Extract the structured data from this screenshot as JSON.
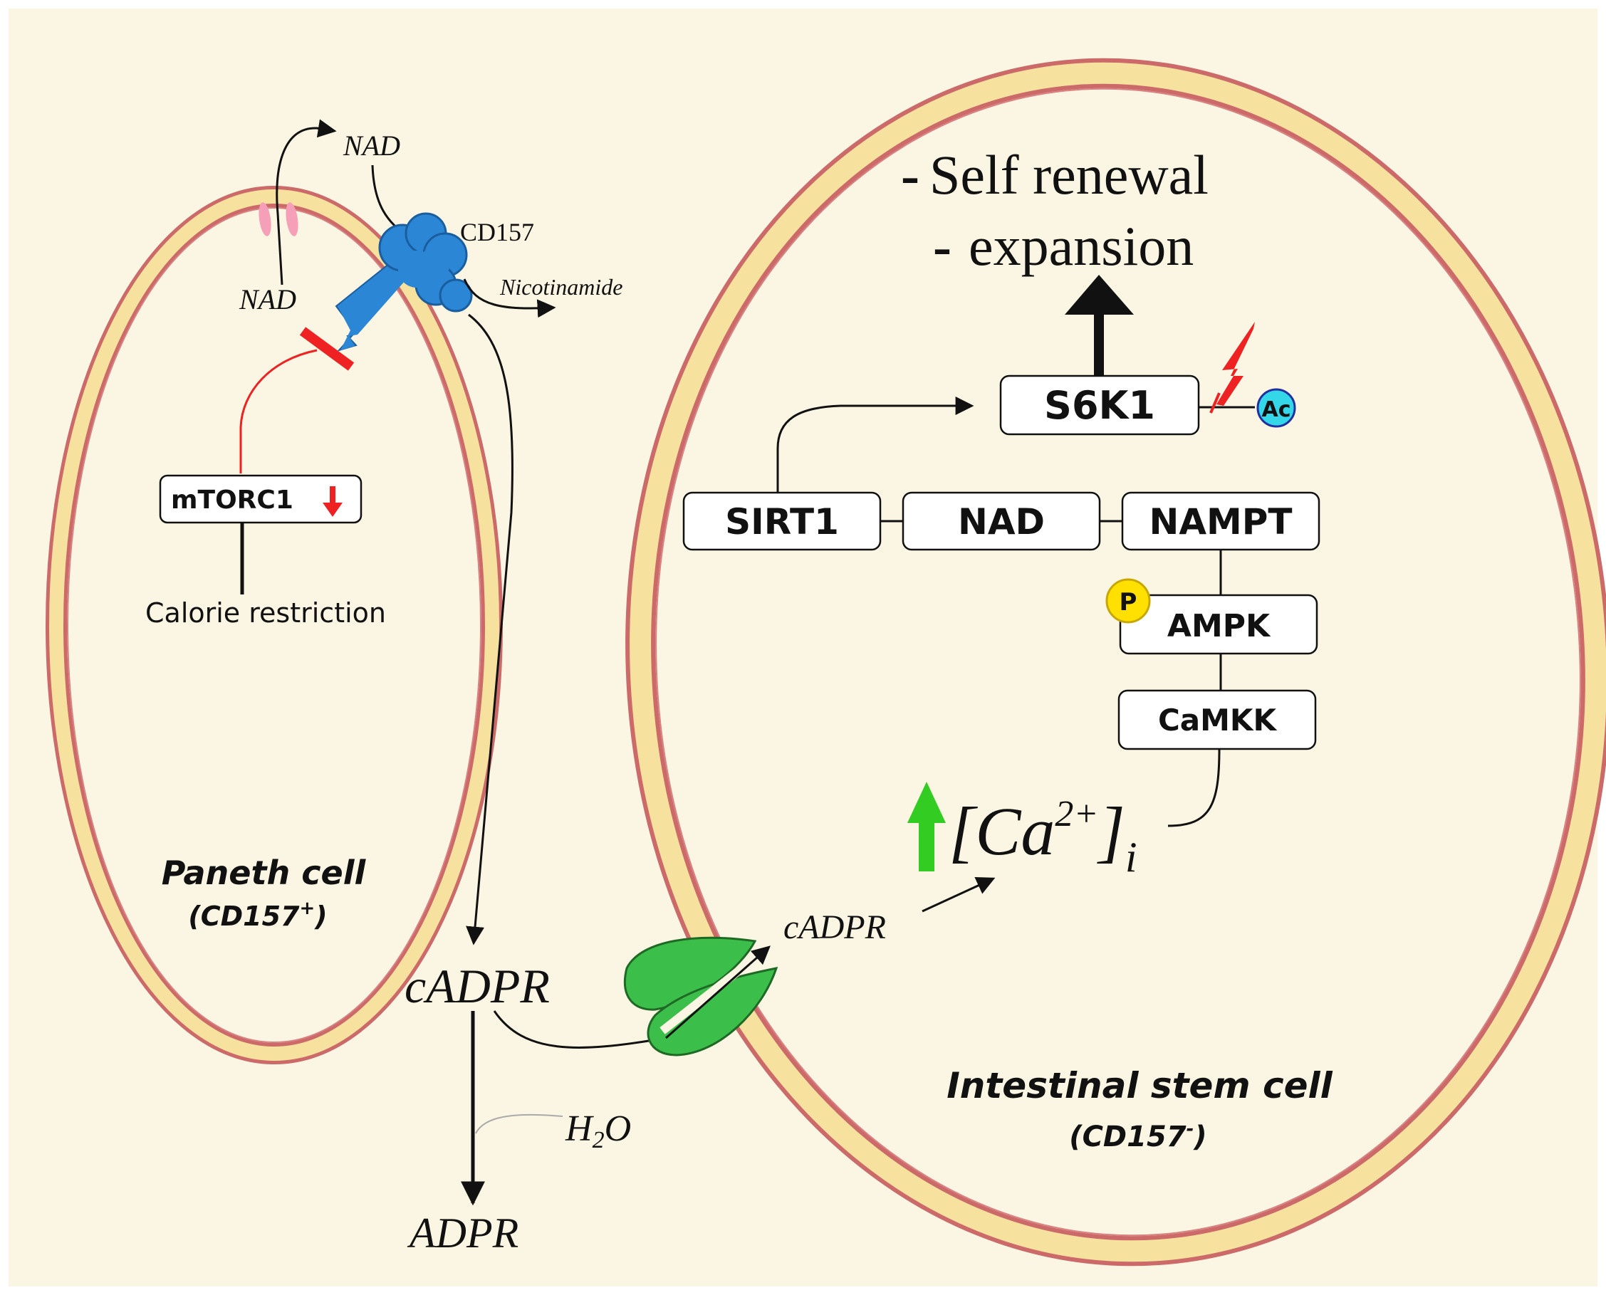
{
  "paneth": {
    "title": "Paneth cell",
    "subtitle_base": "(CD157",
    "subtitle_sup": "+",
    "subtitle_end": ")",
    "nad_outside": "NAD",
    "nad_inside": "NAD",
    "cd157": "CD157",
    "nicotinamide": "Nicotinamide",
    "mtorc1": "mTORC1",
    "calorie": "Calorie restriction"
  },
  "extracellular": {
    "cadpr": "cADPR",
    "h2o_h": "H",
    "h2o_sub": "2",
    "h2o_o": "O",
    "adpr": "ADPR"
  },
  "stem": {
    "title": "Intestinal stem cell",
    "subtitle_base": "(CD157",
    "subtitle_sup": "-",
    "subtitle_end": ")",
    "outcome_1": "Self renewal",
    "outcome_2": "expansion",
    "dash": "-",
    "s6k1": "S6K1",
    "ac": "Ac",
    "sirt1": "SIRT1",
    "nad": "NAD",
    "nampt": "NAMPT",
    "p": "P",
    "ampk": "AMPK",
    "camkk": "CaMKK",
    "cadpr_in": "cADPR",
    "ca_open": "[Ca",
    "ca_sup": "2+",
    "ca_close": "]",
    "ca_sub": "i"
  },
  "colors": {
    "background": "#fbf6e3",
    "membrane_outer": "#cc6a6a",
    "membrane_fill": "#f6e19f",
    "inhibit": "#ee2222",
    "cd157": "#2b86d6",
    "channel": "#3cbf4a",
    "up_arrow": "#33cc22",
    "ac_circle": "#33d7e8",
    "p_circle": "#ffe000",
    "ca_pore": "#f5a0b8"
  }
}
